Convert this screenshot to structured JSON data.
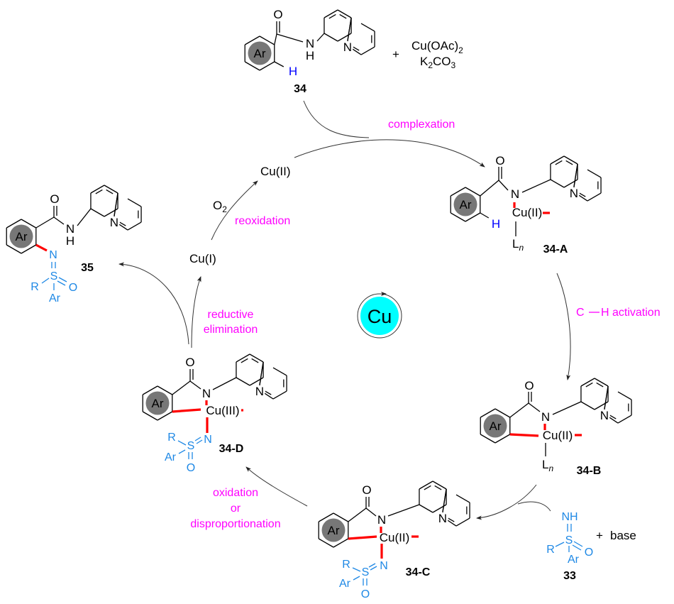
{
  "diagram": {
    "title": "Copper-catalyzed C-H sulfoximination catalytic cycle",
    "center": {
      "label": "Cu",
      "fill": "#00ffff"
    },
    "colors": {
      "step_label": "#ff00ff",
      "reagent_blue": "#1e88e5",
      "new_bond": "#ff0000",
      "h_atom": "#0000ff",
      "ar_circle": "#777777"
    },
    "atoms": {
      "O": "O",
      "N": "N",
      "H": "H",
      "NH": "NH",
      "S": "S",
      "R": "R",
      "Ar": "Ar",
      "Cu2": "Cu(II)",
      "Cu3": "Cu(III)",
      "L": "L",
      "n": "n"
    },
    "reagents": {
      "cu_oac": "Cu(OAc)",
      "cu_oac_sub": "2",
      "k2co3_k": "K",
      "k2co3_sub1": "2",
      "k2co3_co": "CO",
      "k2co3_sub2": "3",
      "plus": "+",
      "base": "base",
      "o2": "O",
      "o2_sub": "2"
    },
    "species": {
      "s34": "34",
      "s34A": "34-A",
      "s34B": "34-B",
      "s34C": "34-C",
      "s34D": "34-D",
      "s33": "33",
      "s35": "35",
      "cuII": "Cu(II)",
      "cuI": "Cu(I)"
    },
    "steps": {
      "complexation": "complexation",
      "ch_activation_c": "C",
      "ch_activation_h": "H activation",
      "oxidation_1": "oxidation",
      "oxidation_2": "or",
      "oxidation_3": "disproportionation",
      "reductive_1": "reductive",
      "reductive_2": "elimination",
      "reoxidation": "reoxidation"
    }
  }
}
